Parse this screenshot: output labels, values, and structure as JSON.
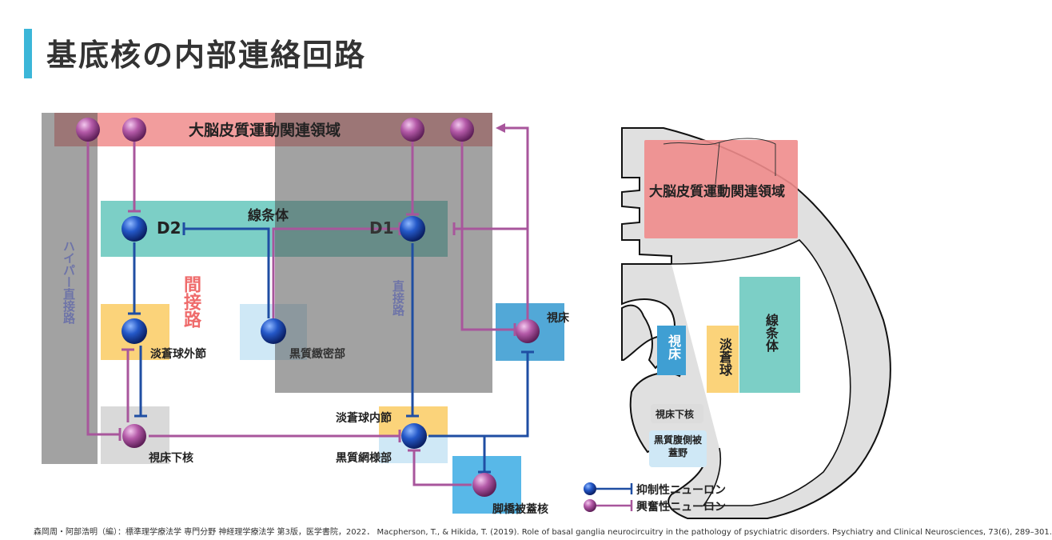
{
  "title": "基底核の内部連絡回路",
  "cortex_label": "大脳皮質運動関連領域",
  "striatum_label": "線条体",
  "d2_label": "D2",
  "d1_label": "D1",
  "indirect_label": "間接路",
  "direct_label": "直接路",
  "hyperdirect_label": "ハイパー直接路",
  "gpe_label": "淡蒼球外節",
  "snc_label": "黒質緻密部",
  "thalamus_label": "視床",
  "stn_label": "視床下核",
  "gpi_label": "淡蒼球内節",
  "snr_label": "黒質網様部",
  "ppn_label": "脚橋被蓋核",
  "legend": {
    "inhibitory": "抑制性ニューロン",
    "excitatory": "興奮性ニューロン"
  },
  "brain": {
    "cortex_label": "大脳皮質運動関連領域",
    "thalamus_label": "視床",
    "pallidum_label": "淡蒼球",
    "striatum_label": "線条体",
    "stn_label": "視床下核",
    "sn_label": "黒質腹側被蓋野"
  },
  "citation": "森岡周・阿部浩明（編）：標準理学療法学 専門分野 神経理学療法学 第3版，医学書院，2022． Macpherson, T., & Hikida, T. (2019). Role of basal ganglia neurocircuitry in the pathology of psychiatric disorders. Psychiatry and Clinical Neurosciences, 73(6), 289–301.",
  "colors": {
    "accent": "#3bb6d8",
    "inhibitory": "#1f4ea3",
    "excitatory": "#a8569c",
    "cortex": "#f08c8c",
    "striatum": "#7ccfc6",
    "gpe": "#fbd37a",
    "thalamus": "#3f9fd3",
    "stn": "#d9d9d9"
  }
}
